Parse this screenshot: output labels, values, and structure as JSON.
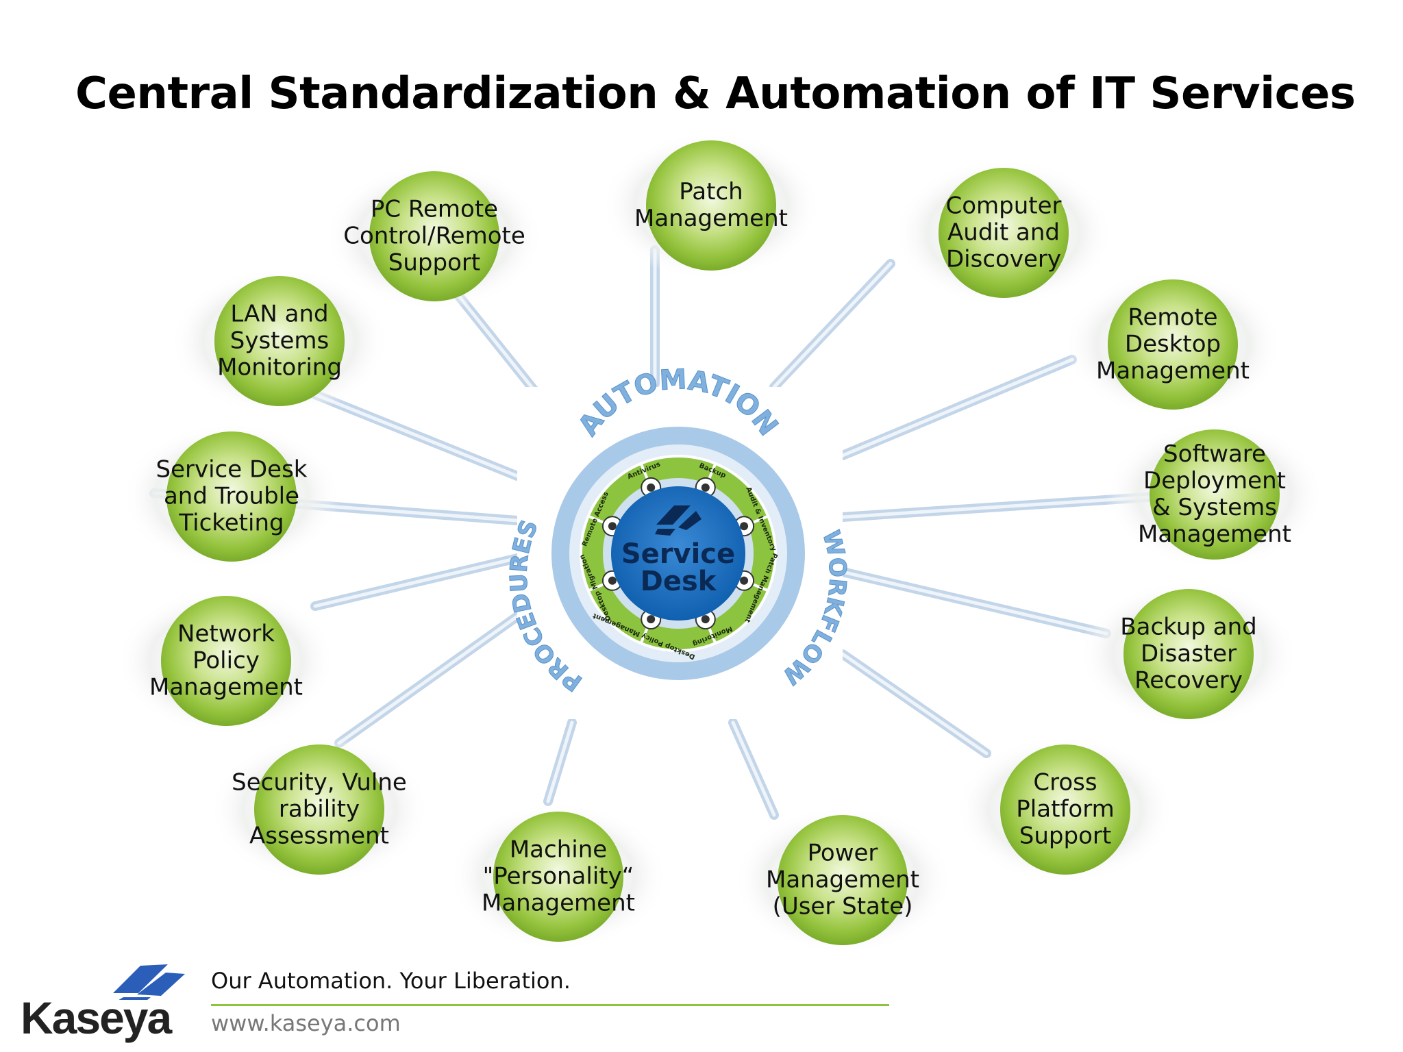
{
  "title": "Central Standardization & Automation of IT Services",
  "hub": {
    "center_line1": "Service",
    "center_line2": "Desk",
    "arc_top": "AUTOMATION",
    "arc_left": "PROCEDURES",
    "arc_right": "WORKFLOW",
    "segments": [
      "Antivirus",
      "Backup",
      "Audit & Inventory",
      "Patch Management",
      "Monitoring",
      "Desktop Policy Management",
      "Desktop Migration",
      "Remote Access"
    ],
    "segment_icons": [
      "shield-icon",
      "gauge-icon",
      "wifi-icon",
      "puzzle-icon",
      "clock-icon",
      "monitor-icon",
      "migration-icon",
      "globe-icon"
    ],
    "colors": {
      "hub_blue": "#1a6fc0",
      "ring_green": "#8cc43f",
      "arc_blue": "#9ec3e6"
    }
  },
  "nodes": [
    {
      "id": "patch-management",
      "label": "Patch\nManagement"
    },
    {
      "id": "computer-audit",
      "label": "Computer\nAudit and\nDiscovery"
    },
    {
      "id": "remote-desktop",
      "label": "Remote\nDesktop\nManagement"
    },
    {
      "id": "software-deployment",
      "label": "Software\nDeployment\n& Systems\nManagement"
    },
    {
      "id": "backup-recovery",
      "label": "Backup and\nDisaster\nRecovery"
    },
    {
      "id": "cross-platform",
      "label": "Cross\nPlatform\nSupport"
    },
    {
      "id": "power-management",
      "label": "Power\nManagement\n(User State)"
    },
    {
      "id": "machine-personality",
      "label": "Machine\n\"Personality“\nManagement"
    },
    {
      "id": "security-vulnerability",
      "label": "Security, Vulne\nrability\nAssessment"
    },
    {
      "id": "network-policy",
      "label": "Network\nPolicy\nManagement"
    },
    {
      "id": "service-desk-ticketing",
      "label": "Service Desk\nand Trouble\nTicketing"
    },
    {
      "id": "lan-monitoring",
      "label": "LAN and\nSystems\nMonitoring"
    },
    {
      "id": "pc-remote-control",
      "label": "PC Remote\nControl/Remote\nSupport"
    }
  ],
  "footer": {
    "slogan": "Our Automation. Your Liberation.",
    "url": "www.kaseya.com",
    "logo_text": "Kaseya",
    "accent": "#8cc43f"
  }
}
